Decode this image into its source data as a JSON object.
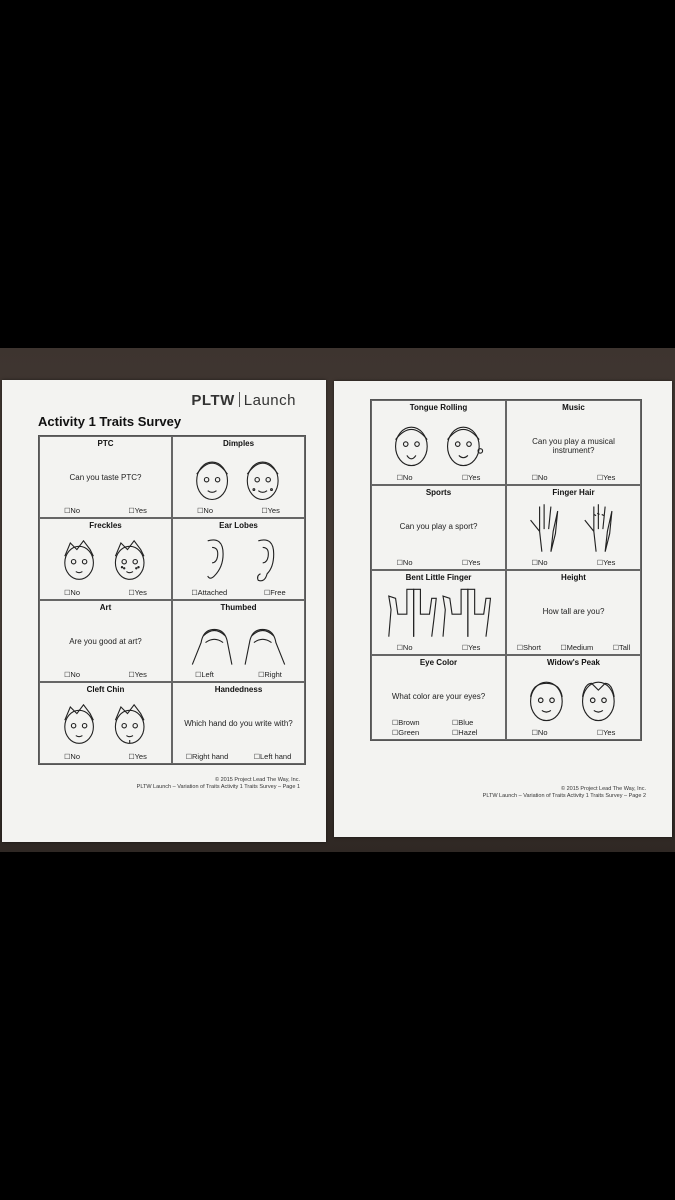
{
  "page1": {
    "logo_brand": "PLTW",
    "logo_product": "Launch",
    "title": "Activity 1 Traits Survey",
    "cells": [
      {
        "title": "PTC",
        "question": "Can you taste PTC?",
        "options": [
          "No",
          "Yes"
        ]
      },
      {
        "title": "Dimples",
        "options": [
          "No",
          "Yes"
        ]
      },
      {
        "title": "Freckles",
        "options": [
          "No",
          "Yes"
        ]
      },
      {
        "title": "Ear Lobes",
        "options": [
          "Attached",
          "Free"
        ]
      },
      {
        "title": "Art",
        "question": "Are you good at art?",
        "options": [
          "No",
          "Yes"
        ]
      },
      {
        "title": "Thumbed",
        "options": [
          "Left",
          "Right"
        ]
      },
      {
        "title": "Cleft Chin",
        "options": [
          "No",
          "Yes"
        ]
      },
      {
        "title": "Handedness",
        "question": "Which hand do you write with?",
        "options": [
          "Right hand",
          "Left hand"
        ]
      }
    ],
    "footer_line1": "© 2015 Project Lead The Way, Inc.",
    "footer_line2": "PLTW Launch – Variation of Traits Activity 1 Traits Survey – Page 1"
  },
  "page2": {
    "cells": [
      {
        "title": "Tongue Rolling",
        "options": [
          "No",
          "Yes"
        ]
      },
      {
        "title": "Music",
        "question": "Can you play a musical instrument?",
        "options": [
          "No",
          "Yes"
        ]
      },
      {
        "title": "Sports",
        "question": "Can you play a sport?",
        "options": [
          "No",
          "Yes"
        ]
      },
      {
        "title": "Finger Hair",
        "options": [
          "No",
          "Yes"
        ]
      },
      {
        "title": "Bent Little Finger",
        "options": [
          "No",
          "Yes"
        ]
      },
      {
        "title": "Height",
        "question": "How tall are you?",
        "options": [
          "Short",
          "Medium",
          "Tall"
        ]
      },
      {
        "title": "Eye Color",
        "question": "What color are your eyes?",
        "options": [
          "Brown",
          "Blue",
          "Green",
          "Hazel"
        ]
      },
      {
        "title": "Widow's Peak",
        "options": [
          "No",
          "Yes"
        ]
      }
    ],
    "footer_line1": "© 2015 Project Lead The Way, Inc.",
    "footer_line2": "PLTW Launch – Variation of Traits Activity 1 Traits Survey – Page 2"
  }
}
